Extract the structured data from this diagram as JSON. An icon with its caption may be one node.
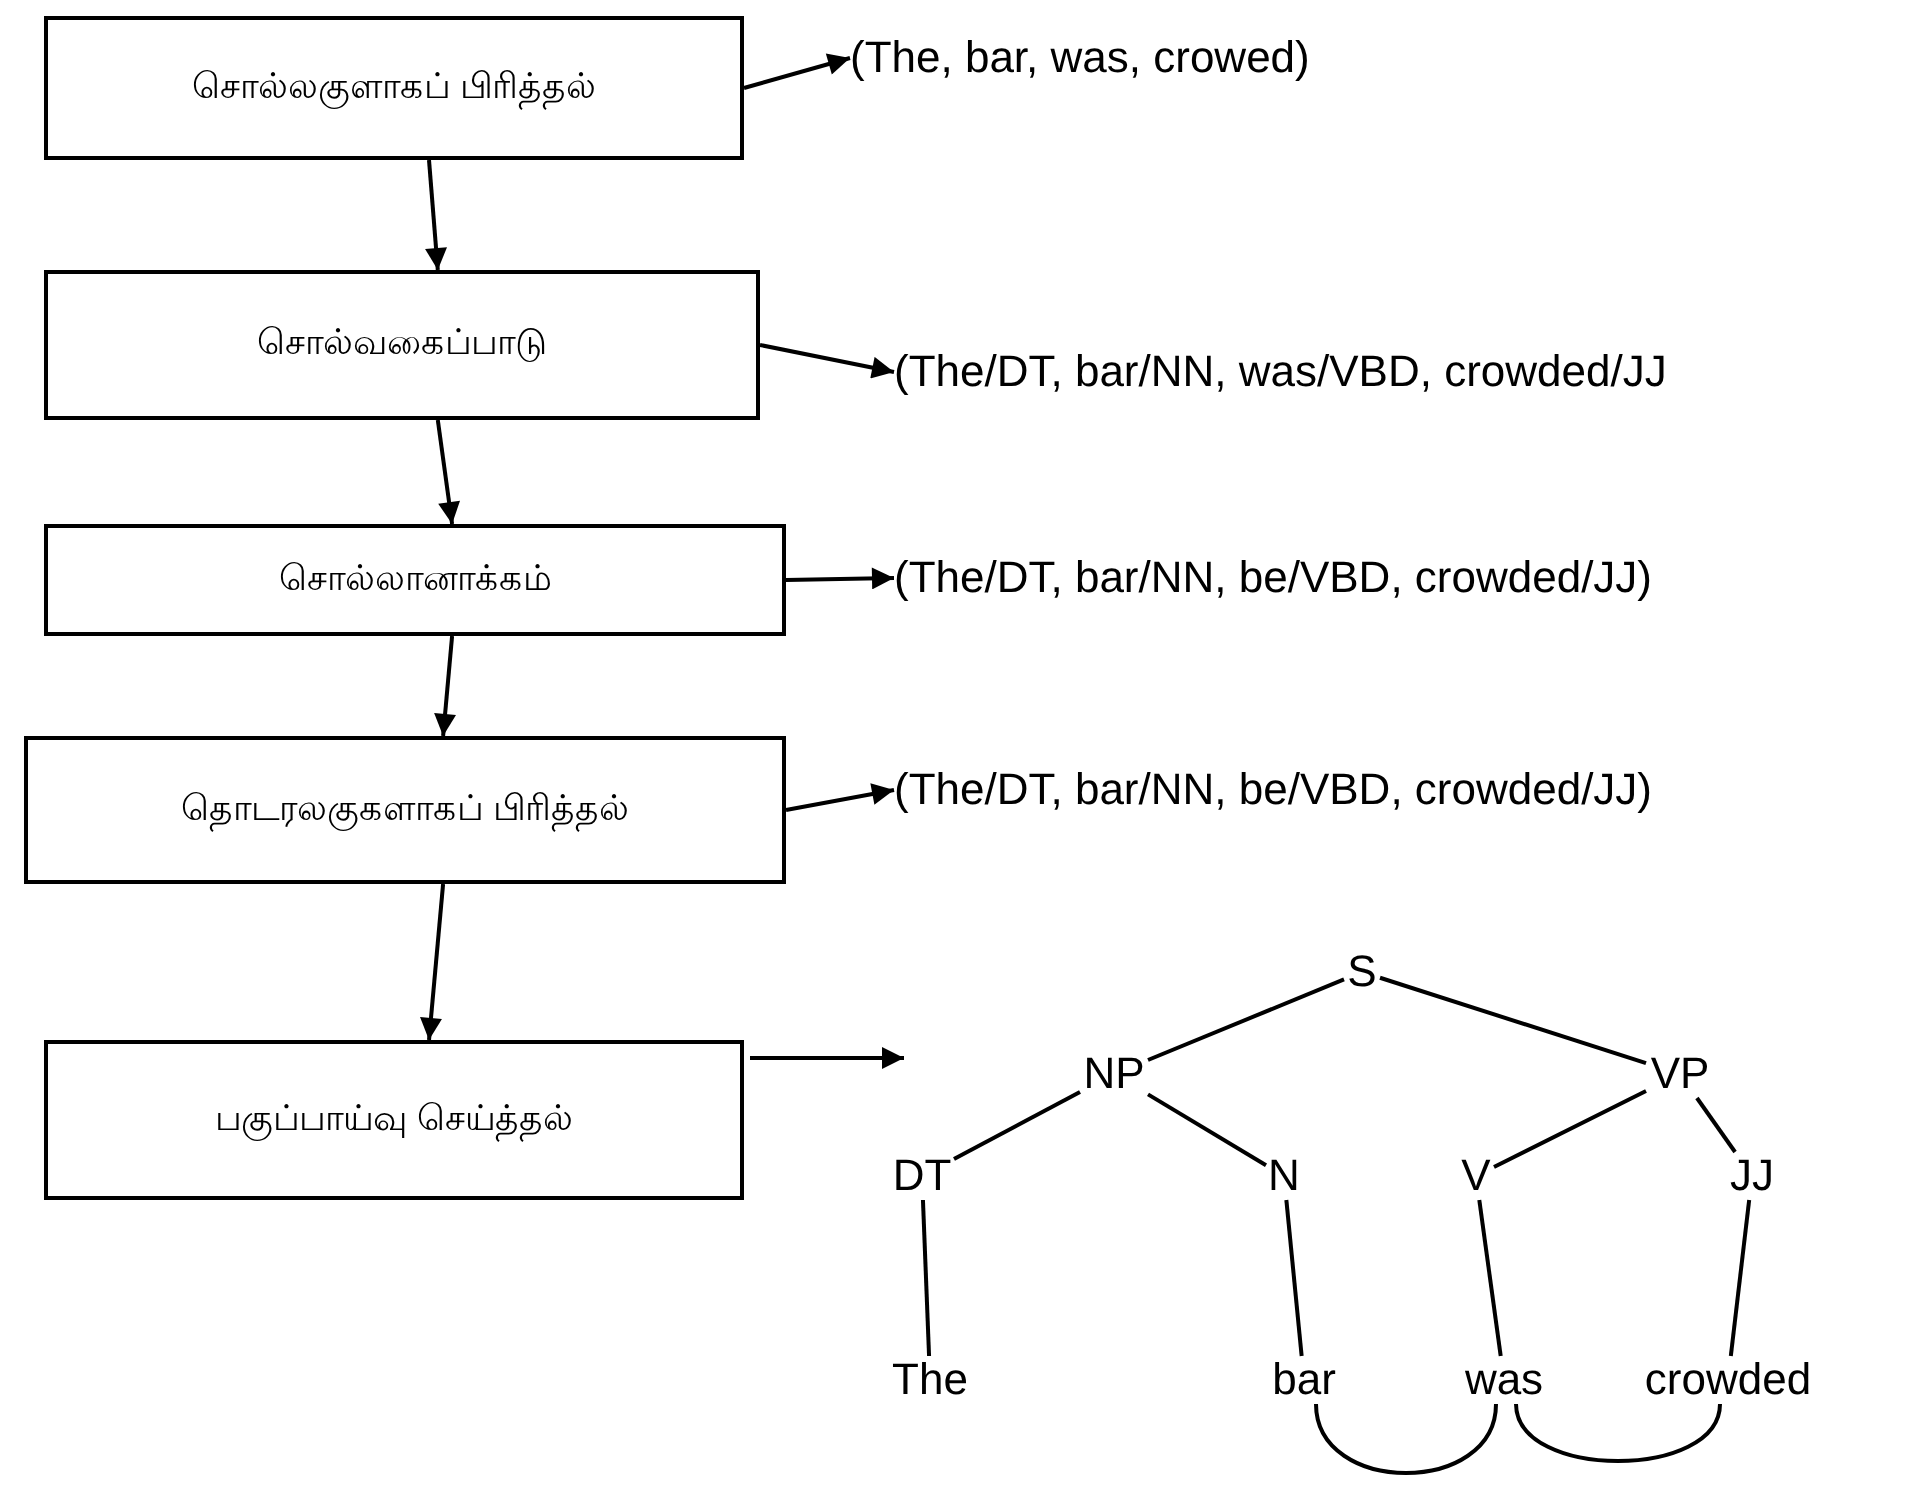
{
  "diagram": {
    "nodes": [
      {
        "text": [
          "சொல்லகுளாகப் பிரித்தல்"
        ]
      },
      {
        "text": [
          "சொல்வகைப்பாடு"
        ]
      },
      {
        "text": [
          "சொல்லானாக்கம்"
        ]
      },
      {
        "text": [
          "தொடரலகுகளாகப் பிரித்தல்"
        ]
      },
      {
        "text": [
          "பகுப்பாய்வு செய்த்தல்"
        ]
      },
      {
        "text": [
          "(The, bar, was, crowed)"
        ]
      },
      {
        "text": [
          "(The/DT, bar/NN, was/VBD, crowded/JJ"
        ]
      },
      {
        "text": [
          "(The/DT, bar/NN, be/VBD, crowded/JJ)"
        ]
      },
      {
        "text": [
          "(The/DT, bar/NN, be/VBD, crowded/JJ)"
        ]
      },
      {
        "text": [
          "S"
        ]
      },
      {
        "text": [
          "NP"
        ]
      },
      {
        "text": [
          "VP"
        ]
      },
      {
        "text": [
          "DT"
        ]
      },
      {
        "text": [
          "N"
        ]
      },
      {
        "text": [
          "V"
        ]
      },
      {
        "text": [
          "JJ"
        ]
      },
      {
        "text": [
          "The"
        ]
      },
      {
        "text": [
          "bar"
        ]
      },
      {
        "text": [
          "was"
        ]
      },
      {
        "text": [
          "crowded"
        ]
      }
    ],
    "edges": [
      {
        "from": 0,
        "to": 1,
        "arrow": "to"
      },
      {
        "from": 1,
        "to": 2,
        "arrow": "to"
      },
      {
        "from": 2,
        "to": 3,
        "arrow": "to"
      },
      {
        "from": 3,
        "to": 4,
        "arrow": "to"
      },
      {
        "from": 0,
        "to": 5,
        "arrow": "to"
      },
      {
        "from": 1,
        "to": 6,
        "arrow": "to"
      },
      {
        "from": 2,
        "to": 7,
        "arrow": "to"
      },
      {
        "from": 3,
        "to": 8,
        "arrow": "to"
      },
      {
        "from": 4,
        "to": null,
        "arrow": "to"
      },
      {
        "from": 9,
        "to": 10,
        "arrow": "none"
      },
      {
        "from": 9,
        "to": 11,
        "arrow": "none"
      },
      {
        "from": 10,
        "to": 12,
        "arrow": "none"
      },
      {
        "from": 10,
        "to": 13,
        "arrow": "none"
      },
      {
        "from": 11,
        "to": 14,
        "arrow": "none"
      },
      {
        "from": 11,
        "to": 15,
        "arrow": "none"
      },
      {
        "from": 12,
        "to": 16,
        "arrow": "none"
      },
      {
        "from": 13,
        "to": 17,
        "arrow": "none"
      },
      {
        "from": 14,
        "to": 18,
        "arrow": "none"
      },
      {
        "from": 15,
        "to": 19,
        "arrow": "none"
      },
      {
        "from": 17,
        "to": 18,
        "arrow": "none"
      },
      {
        "from": 18,
        "to": 19,
        "arrow": "none"
      }
    ]
  }
}
